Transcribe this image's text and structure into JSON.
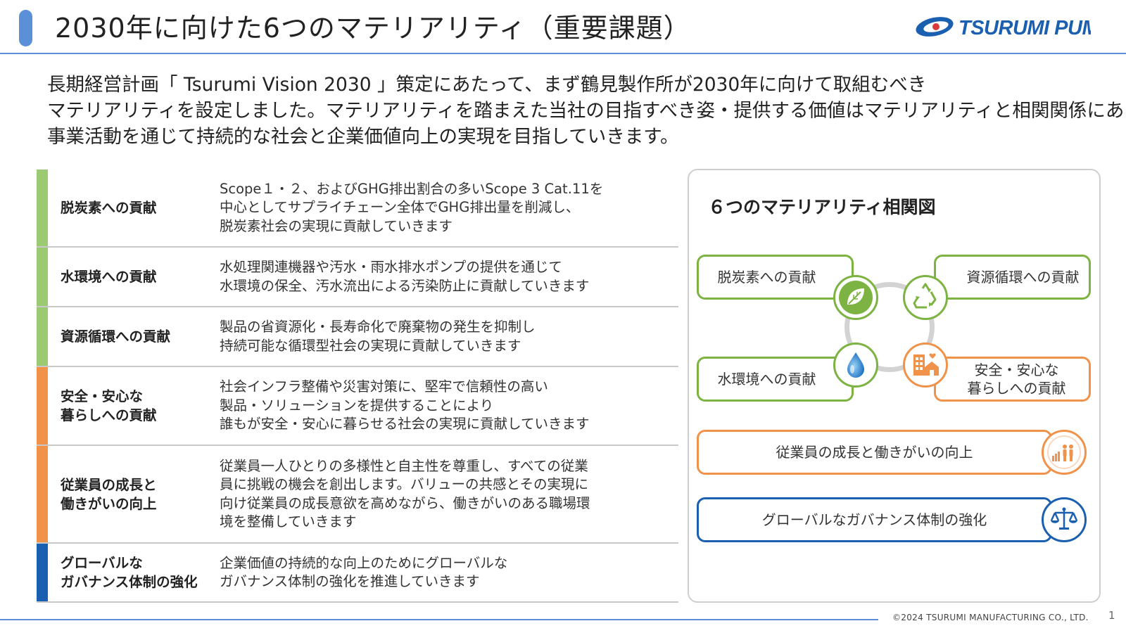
{
  "header": {
    "title": "2030年に向けた6つのマテリアリティ（重要課題）",
    "logo_text": "TSURUMI PUMP"
  },
  "intro": {
    "lines": [
      "長期経営計画「 Tsurumi Vision 2030 」策定にあたって、まず鶴見製作所が2030年に向けて取組むべき",
      "マテリアリティを設定しました。マテリアリティを踏まえた当社の目指すべき姿・提供する価値はマテリアリティと相関関係にあり、",
      "事業活動を通じて持続的な社会と企業価値向上の実現を目指していきます。"
    ]
  },
  "table": {
    "rows": [
      {
        "label": "脱炭素への貢献",
        "color": "#9bca72",
        "desc": "Scope１・２、およびGHG排出割合の多いScope 3 Cat.11を\n中心としてサプライチェーン全体でGHG排出量を削減し、\n脱炭素社会の実現に貢献していきます"
      },
      {
        "label": "水環境への貢献",
        "color": "#9bca72",
        "desc": "水処理関連機器や汚水・雨水排水ポンプの提供を通じて\n水環境の保全、汚水流出による汚染防止に貢献していきます"
      },
      {
        "label": "資源循環への貢献",
        "color": "#9bca72",
        "desc": "製品の省資源化・長寿命化で廃棄物の発生を抑制し\n持続可能な循環型社会の実現に貢献していきます"
      },
      {
        "label": "安全・安心な\n暮らしへの貢献",
        "color": "#f0924a",
        "desc": "社会インフラ整備や災害対策に、堅牢で信頼性の高い\n製品・ソリューションを提供することにより\n誰もが安全・安心に暮らせる社会の実現に貢献していきます"
      },
      {
        "label": "従業員の成長と\n働きがいの向上",
        "color": "#f0924a",
        "desc": "従業員一人ひとりの多様性と自主性を尊重し、すべての従業\n員に挑戦の機会を創出します。バリューの共感とその実現に\n向け従業員の成長意欲を高めながら、働きがいのある職場環\n境を整備していきます"
      },
      {
        "label": "グローバルな\nガバナンス体制の強化",
        "color": "#1b5fb0",
        "desc": "企業価値の持続的な向上のためにグローバルな\nガバナンス体制の強化を推進していきます"
      }
    ]
  },
  "diagram": {
    "title": "６つのマテリアリティ相関図",
    "decarbon": "脱炭素への貢献",
    "resource": "資源循環への貢献",
    "water": "水環境への貢献",
    "safety": "安全・安心な\n暮らしへの貢献",
    "employee": "従業員の成長と働きがいの向上",
    "governance": "グローバルなガバナンス体制の強化",
    "colors": {
      "green": "#7cb342",
      "orange": "#f0924a",
      "blue": "#1b5fb0"
    },
    "icons": [
      "leaf-icon",
      "recycle-icon",
      "water-drop-icon",
      "city-icon",
      "people-growth-icon",
      "scales-icon"
    ]
  },
  "footer": {
    "copyright": "©2024  TSURUMI MANUFACTURING  CO., LTD.",
    "page": "1"
  }
}
